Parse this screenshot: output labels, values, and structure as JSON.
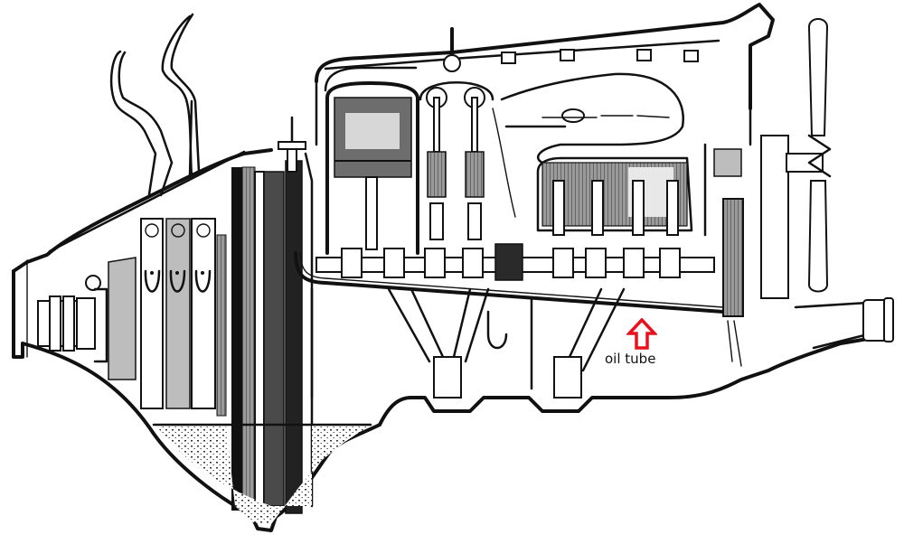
{
  "figure": {
    "subject": "cutaway engine illustration",
    "style": "black-and-white line art"
  },
  "annotation": {
    "label": "oil tube",
    "arrow_direction": "up",
    "arrow_color": "#e8121c",
    "text_color": "#111111"
  },
  "components": [
    {
      "name": "pedals"
    },
    {
      "name": "transmission-bands"
    },
    {
      "name": "magneto-flywheel"
    },
    {
      "name": "piston"
    },
    {
      "name": "valves-and-springs"
    },
    {
      "name": "cylinder-head"
    },
    {
      "name": "exhaust-manifold"
    },
    {
      "name": "cylinder-block-water-jacket"
    },
    {
      "name": "camshaft"
    },
    {
      "name": "crankshaft"
    },
    {
      "name": "connecting-rods"
    },
    {
      "name": "timing-gear"
    },
    {
      "name": "fan"
    },
    {
      "name": "front-pulley"
    },
    {
      "name": "oil-pan-with-oil"
    },
    {
      "name": "oil-tube"
    },
    {
      "name": "driveshaft-coupling"
    }
  ]
}
